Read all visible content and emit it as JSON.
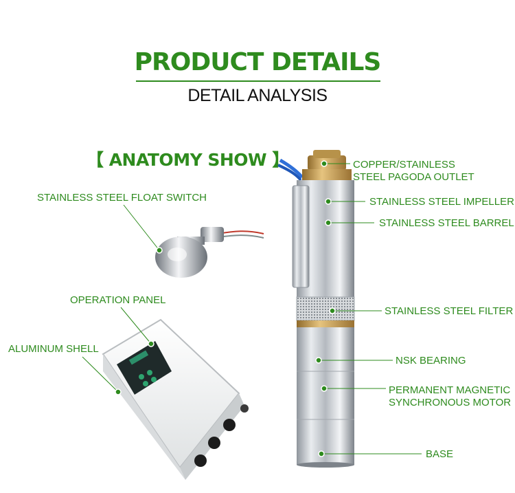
{
  "header": {
    "title": "PRODUCT DETAILS",
    "subtitle": "DETAIL ANALYSIS"
  },
  "section": {
    "title": "【 ANATOMY SHOW 】"
  },
  "labels": {
    "float_switch": "STAINLESS STEEL FLOAT SWITCH",
    "operation_panel": "OPERATION PANEL",
    "aluminum_shell": "ALUMINUM SHELL",
    "outlet_line1": "COPPER/STAINLESS",
    "outlet_line2": "STEEL PAGODA OUTLET",
    "impeller": "STAINLESS STEEL IMPELLER",
    "barrel": "STAINLESS STEEL BARREL",
    "filter": "STAINLESS STEEL FILTER",
    "bearing": "NSK BEARING",
    "motor_line1": "PERMANENT MAGNETIC",
    "motor_line2": "SYNCHRONOUS MOTOR",
    "base": "BASE"
  },
  "colors": {
    "brand_green": "#2e8b1e",
    "steel": "#c9ccd1",
    "brass": "#c9a35a",
    "panel_white": "#f2f3f3",
    "cable_blue": "#2f6fd8"
  }
}
